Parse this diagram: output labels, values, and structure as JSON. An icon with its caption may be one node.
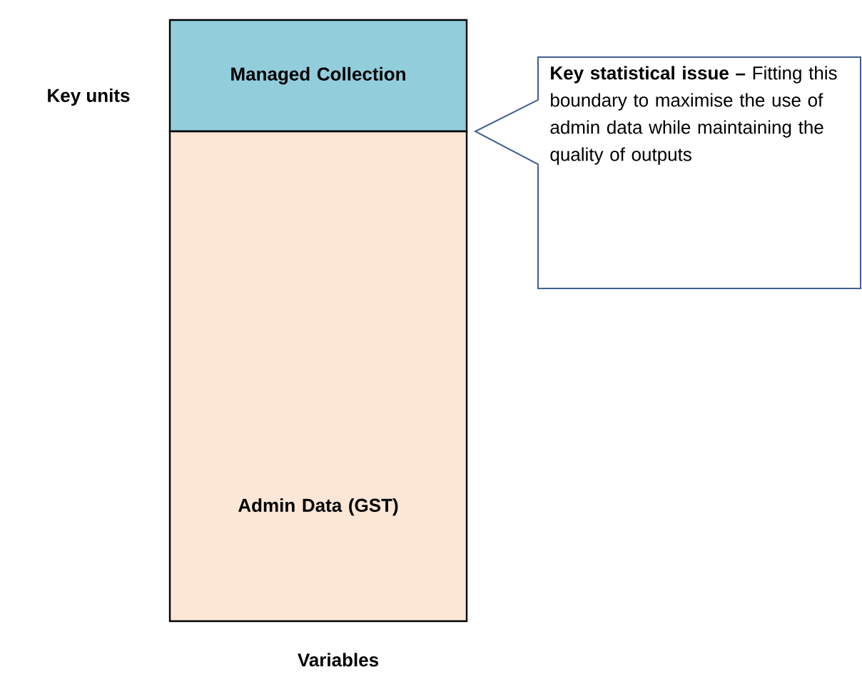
{
  "diagram": {
    "nodes": [
      {
        "text": [
          "Managed Collection"
        ]
      },
      {
        "text": [
          "Admin Data (GST)"
        ]
      },
      {
        "text": [
          "**Key statistical issue –** Fitting this boundary to maximise the use of admin data while maintaining the quality of outputs"
        ]
      }
    ],
    "labels": [
      "Key units",
      "Variables"
    ]
  }
}
